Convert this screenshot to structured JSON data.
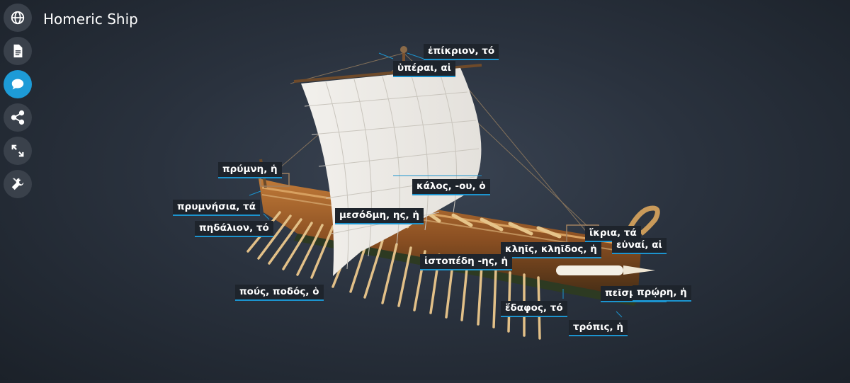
{
  "header": {
    "title": "Homeric Ship"
  },
  "toolbar": {
    "items": [
      {
        "icon": "globe-icon",
        "active": false
      },
      {
        "icon": "document-icon",
        "active": false
      },
      {
        "icon": "chat-bubble-icon",
        "active": true
      },
      {
        "icon": "share-icon",
        "active": false
      },
      {
        "icon": "fullscreen-icon",
        "active": false
      },
      {
        "icon": "tools-icon",
        "active": false
      }
    ]
  },
  "annotations": {
    "epikrion": "ἐπίκριον, τό",
    "uperai": "ὑπέραι, αἱ",
    "prumne": "πρύμνη, ἡ",
    "kalos": "κάλος, -ου, ὁ",
    "prumnesia": "πρυμνήσια, τά",
    "pedalion": "πηδάλιον, τό",
    "mesodme": "μεσόδμη, ης, ἡ",
    "ikria": "ἴκρια, τά",
    "eunai": "εὐναί, αἱ",
    "kleis": "κληῖς, κληῖδος, ἡ",
    "istopede": "ἱστοπέδη -ης, ἡ",
    "pous": "πούς, ποδός, ὁ",
    "peisma": "πεῖσμα, τό",
    "prore": "πρῴρη, ἡ",
    "edaphos": "ἔδαφος, τό",
    "tropis": "τρόπις, ἡ"
  },
  "colors": {
    "accent": "#1d9bd7",
    "label_bg": "#1e242c",
    "label_line": "#1c94cf"
  }
}
